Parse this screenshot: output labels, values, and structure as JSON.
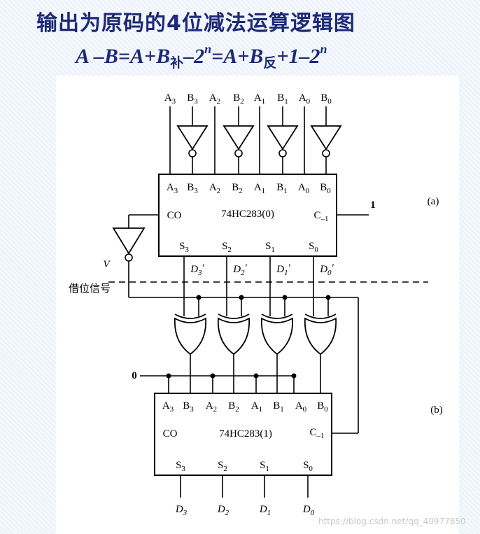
{
  "title": "输出为原码的4位减法运算逻辑图",
  "formula": {
    "lhs": "A –B=A+B",
    "sub_complement": "补",
    "middle": "–2",
    "exp1": "n",
    "eq2": "=A+B",
    "sub_ones": "反",
    "tail": "+1–2",
    "exp2": "n"
  },
  "top_inputs": [
    "A3",
    "B3",
    "A2",
    "B2",
    "A1",
    "B1",
    "A0",
    "B0"
  ],
  "chip_a": {
    "name": "74HC283(0)",
    "pins_top": [
      "A3",
      "B3",
      "A2",
      "B2",
      "A1",
      "B1",
      "A0",
      "B0"
    ],
    "co": "CO",
    "cin": "C–1",
    "pins_bottom": [
      "S3",
      "S2",
      "S1",
      "S0"
    ],
    "cin_value": "1",
    "tag": "(a)"
  },
  "mid_outputs": [
    "D3′",
    "D2′",
    "D1′",
    "D0′"
  ],
  "inverter_label": "V",
  "borrow_label": "借位信号",
  "chip_b": {
    "name": "74HC283(1)",
    "pins_top": [
      "A3",
      "B3",
      "A2",
      "B2",
      "A1",
      "B1",
      "A0",
      "B0"
    ],
    "co": "CO",
    "cin": "C–1",
    "pins_bottom": [
      "S3",
      "S2",
      "S1",
      "S0"
    ],
    "a_value": "0",
    "tag": "(b)"
  },
  "final_outputs": [
    "D3",
    "D2",
    "D1",
    "D0"
  ],
  "watermark": "https://blog.csdn.net/qq_40977850"
}
